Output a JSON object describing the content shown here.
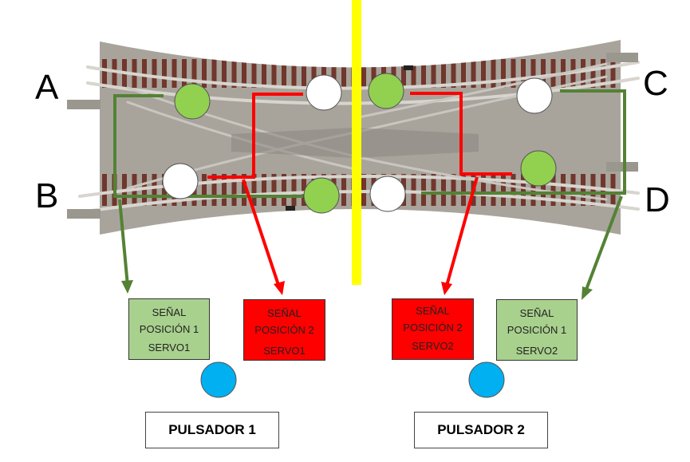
{
  "track_ends": {
    "a": "A",
    "b": "B",
    "c": "C",
    "d": "D"
  },
  "signals": {
    "s1_pos1": {
      "title": "SEÑAL",
      "position": "POSICIÓN 1",
      "servo": "SERVO1"
    },
    "s1_pos2": {
      "title": "SEÑAL",
      "position": "POSICIÓN 2",
      "servo": "SERVO1"
    },
    "s2_pos2": {
      "title": "SEÑAL",
      "position": "POSICIÓN 2",
      "servo": "SERVO2"
    },
    "s2_pos1": {
      "title": "SEÑAL",
      "position": "POSICIÓN 1",
      "servo": "SERVO2"
    }
  },
  "buttons": {
    "b1": "PULSADOR 1",
    "b2": "PULSADOR 2"
  },
  "colors": {
    "position1": "#548235",
    "position2": "#ff0000",
    "divider": "#ffff00",
    "led_on": "#92d050",
    "led_off": "#ffffff",
    "pushbutton": "#00b0f0",
    "track_bed": "#a8a49c",
    "sleeper": "#6b2a20",
    "rail": "#c9c6c0"
  }
}
